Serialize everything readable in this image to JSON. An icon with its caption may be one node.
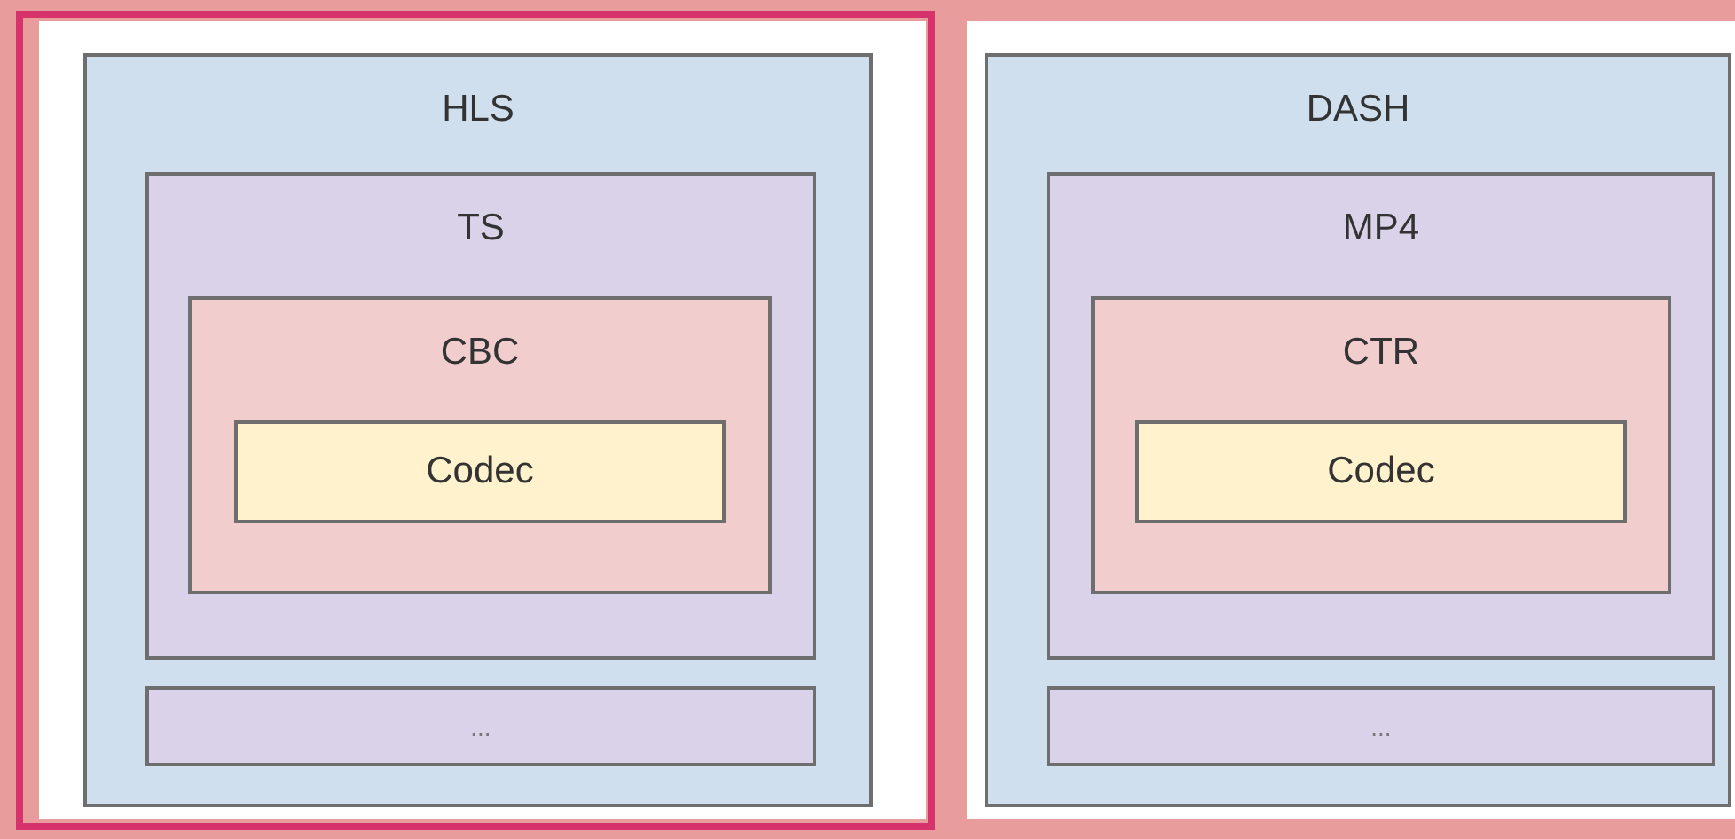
{
  "diagram": {
    "nodes": [
      {
        "text": [
          "HLS"
        ]
      },
      {
        "text": [
          "TS"
        ],
        "in": 0
      },
      {
        "text": [
          "CBC"
        ],
        "in": 1
      },
      {
        "text": [
          "Codec"
        ],
        "in": 2
      },
      {
        "text": [
          "..."
        ],
        "in": 0
      },
      {
        "text": [
          "DASH"
        ]
      },
      {
        "text": [
          "MP4"
        ],
        "in": 5
      },
      {
        "text": [
          "CTR"
        ],
        "in": 6
      },
      {
        "text": [
          "Codec"
        ],
        "in": 7
      },
      {
        "text": [
          "..."
        ],
        "in": 5
      }
    ]
  }
}
